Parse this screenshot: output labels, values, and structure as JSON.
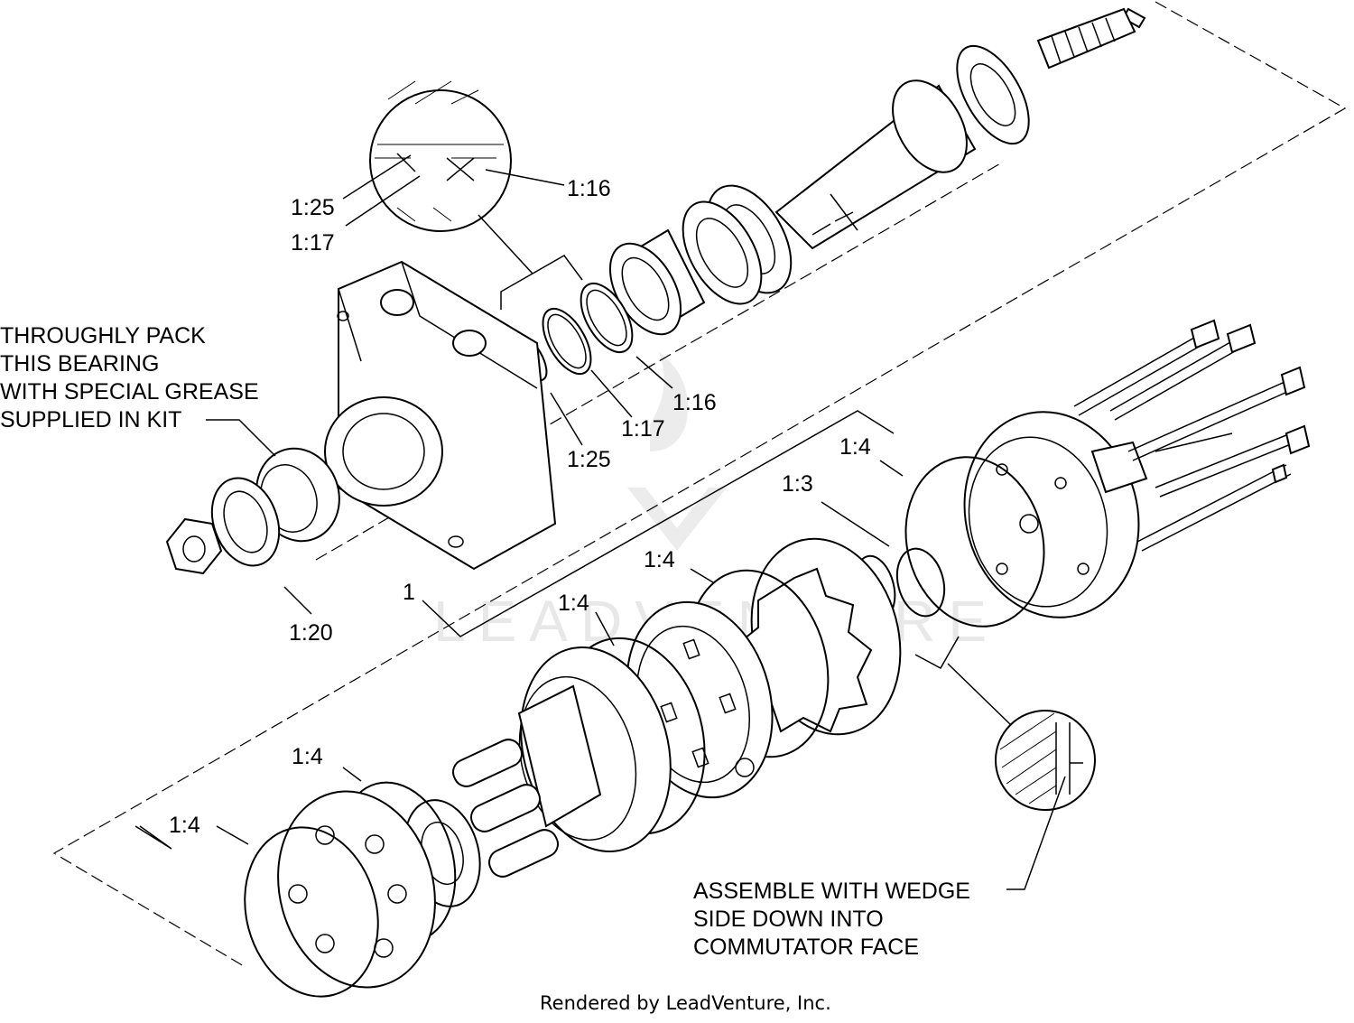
{
  "callouts": {
    "c_1_25_top": "1:25",
    "c_1_17_top": "1:17",
    "c_1_16_top": "1:16",
    "c_1_16_mid": "1:16",
    "c_1_17_mid": "1:17",
    "c_1_25_mid": "1:25",
    "c_1_4_a": "1:4",
    "c_1_3": "1:3",
    "c_1_4_b": "1:4",
    "c_1_4_c": "1:4",
    "c_1": "1",
    "c_1_20": "1:20",
    "c_1_4_d": "1:4",
    "c_1_4_e": "1:4"
  },
  "notes": {
    "grease": [
      "THROUGHLY PACK",
      "THIS BEARING",
      "WITH SPECIAL GREASE",
      "SUPPLIED IN KIT"
    ],
    "wedge": [
      "ASSEMBLE WITH WEDGE",
      "SIDE  DOWN INTO",
      "COMMUTATOR FACE"
    ]
  },
  "footer": "Rendered by LeadVenture, Inc.",
  "watermark": "LEADVENTURE"
}
